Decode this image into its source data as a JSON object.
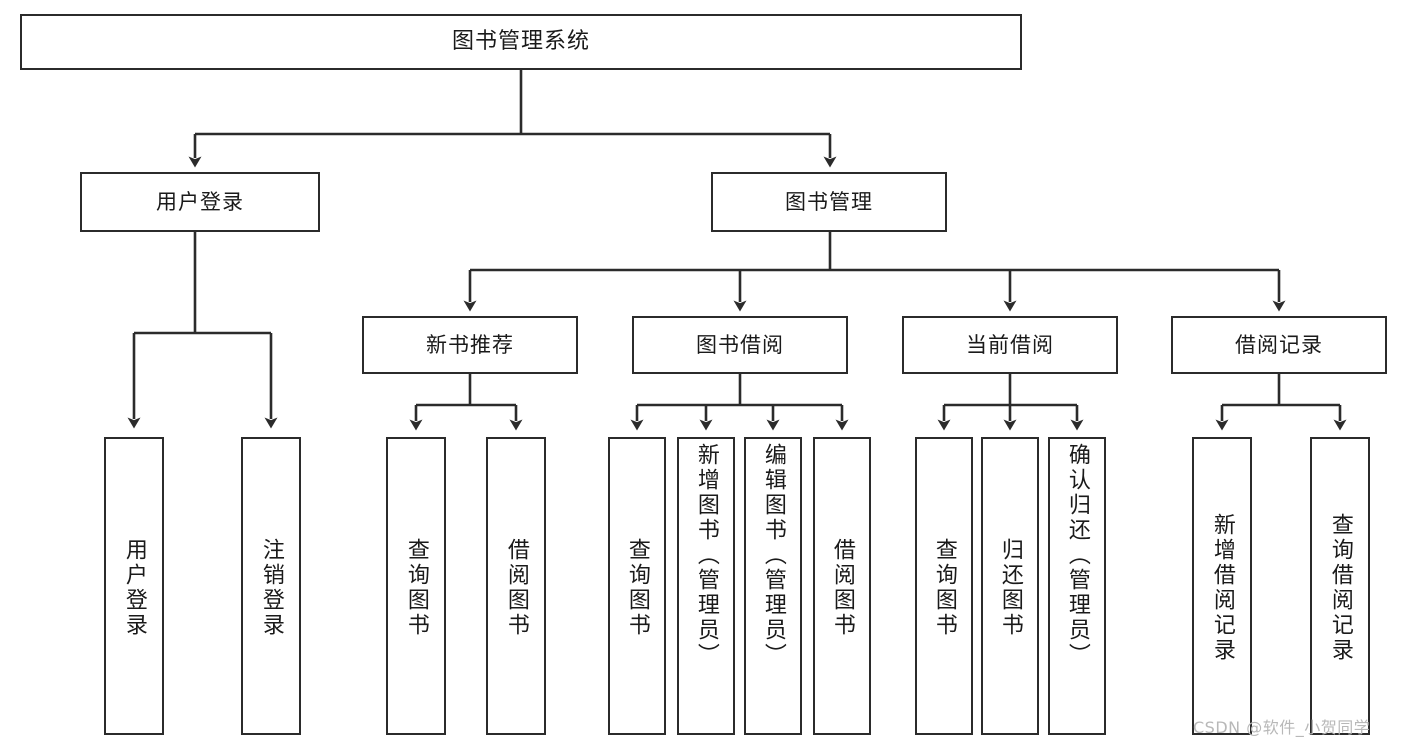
{
  "diagram": {
    "type": "tree-hierarchy",
    "title": "图书管理系统",
    "orientation": "top-down",
    "watermark": "CSDN @软件_小贺同学",
    "colors": {
      "background": "#ffffff",
      "box_border": "#2b2b2b",
      "box_fill": "#ffffff",
      "edge": "#2b2b2b",
      "text": "#1a1a1a",
      "watermark": "#b8b8b8"
    },
    "levels": {
      "root": {
        "label": "图书管理系统"
      },
      "level2": [
        {
          "label": "用户登录"
        },
        {
          "label": "图书管理"
        }
      ],
      "level3": [
        {
          "label": "新书推荐"
        },
        {
          "label": "图书借阅"
        },
        {
          "label": "当前借阅"
        },
        {
          "label": "借阅记录"
        }
      ]
    },
    "nodes": {
      "root": "图书管理系统",
      "user_login": "用户登录",
      "book_manage": "图书管理",
      "new_book_rec": "新书推荐",
      "book_borrow": "图书借阅",
      "current_borrow": "当前借阅",
      "borrow_record": "借阅记录",
      "leaf_user_login": "用户登录",
      "leaf_logout": "注销登录",
      "leaf_query_book_1": "查询图书",
      "leaf_borrow_book_1": "借阅图书",
      "leaf_query_book_2": "查询图书",
      "leaf_add_book": "新增图书（管理员）",
      "leaf_edit_book": "编辑图书（管理员）",
      "leaf_borrow_book_2": "借阅图书",
      "leaf_query_book_3": "查询图书",
      "leaf_return_book": "归还图书",
      "leaf_confirm_return": "确认归还（管理员）",
      "leaf_add_record": "新增借阅记录",
      "leaf_query_record": "查询借阅记录"
    }
  }
}
